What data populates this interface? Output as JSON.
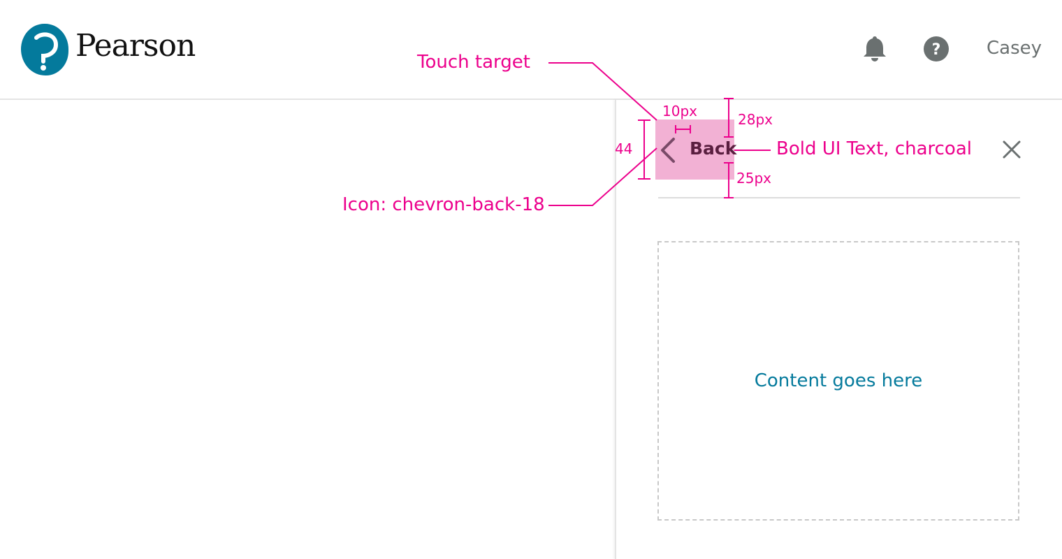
{
  "header": {
    "logo_text": "Pearson",
    "user_name": "Casey",
    "icons": [
      "bell-icon",
      "help-icon"
    ]
  },
  "panel": {
    "back_label": "Back",
    "close_icon": "close-icon",
    "content_placeholder": "Content goes here"
  },
  "annotations": {
    "touch_target": "Touch target",
    "icon_label": "Icon: chevron-back-18",
    "text_label": "Bold UI Text, charcoal",
    "spacing_10": "10px",
    "height_44": "44",
    "top_28": "28px",
    "bottom_25": "25px"
  },
  "colors": {
    "brand": "#047a9c",
    "annotation": "#ec008c",
    "touch_target": "#f2b1d4",
    "charcoal": "#5a1f40"
  }
}
